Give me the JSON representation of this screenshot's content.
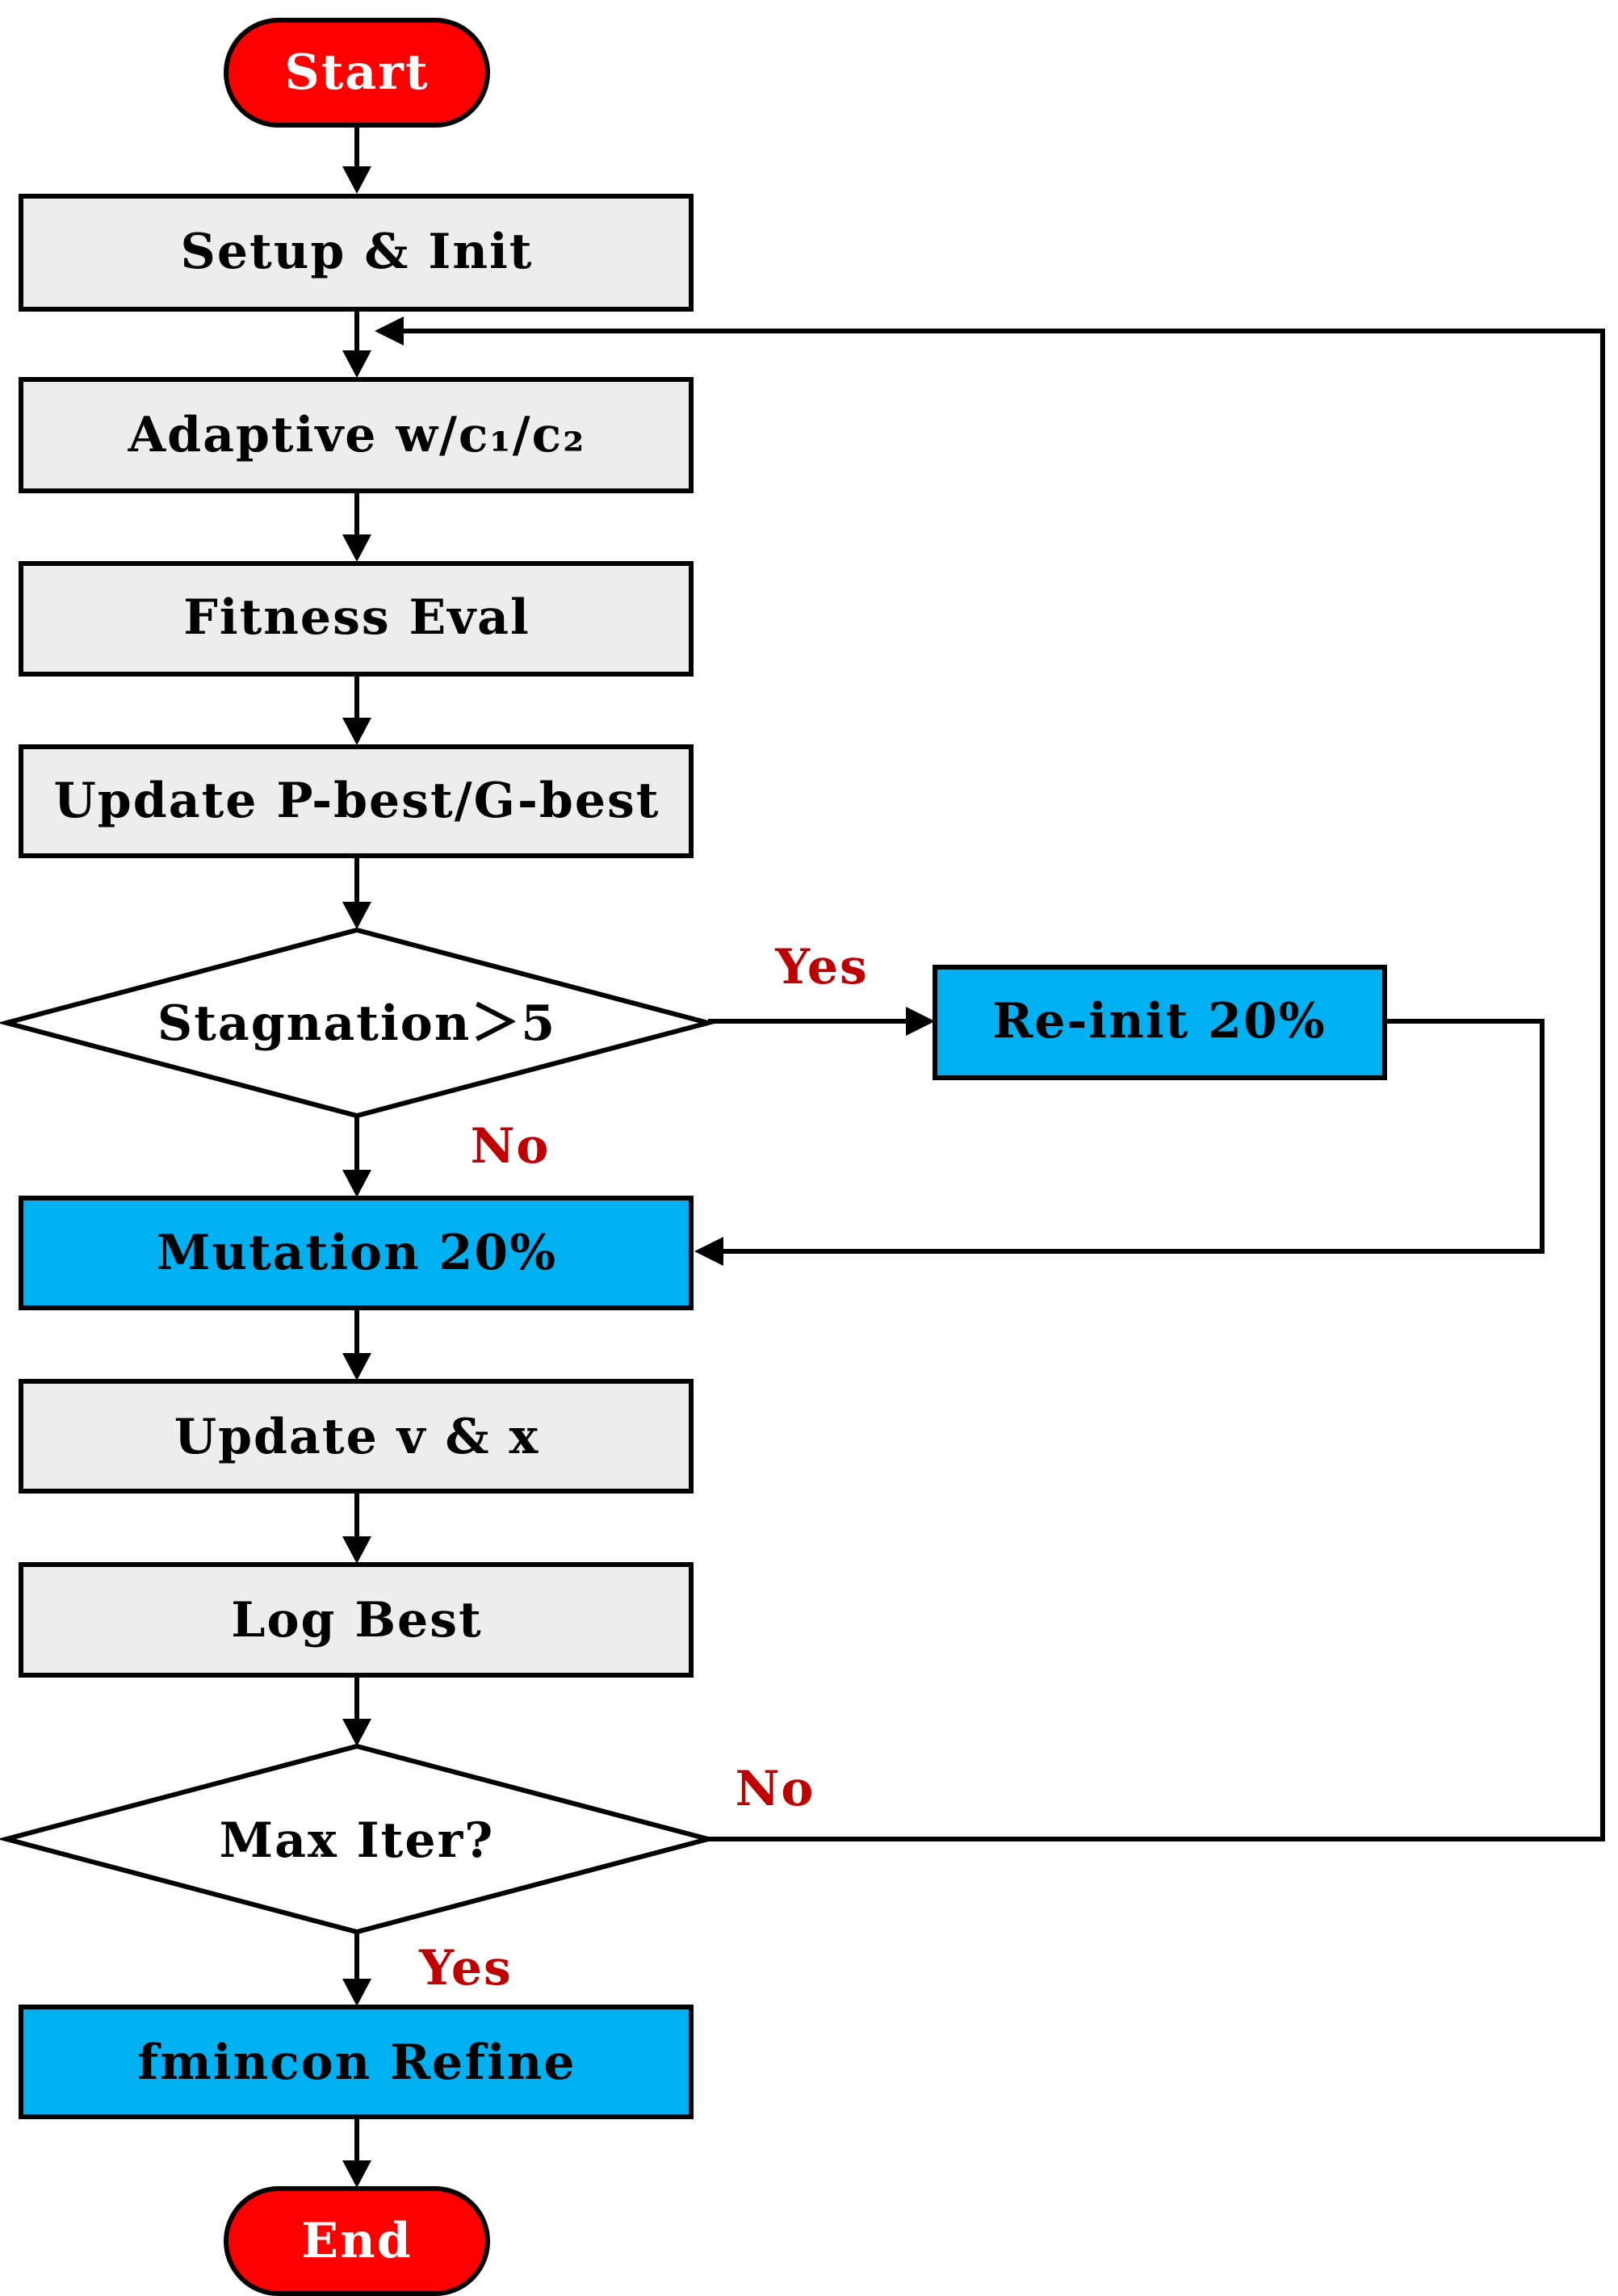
{
  "nodes": {
    "start": "Start",
    "setup": "Setup & Init",
    "adaptive": "Adaptive w/c₁/c₂",
    "fitness": "Fitness Eval",
    "update_best": "Update P-best/G-best",
    "stagnation": "Stagnation＞5",
    "reinit": "Re-init 20%",
    "mutation": "Mutation 20%",
    "update_vx": "Update v & x",
    "log_best": "Log Best",
    "max_iter": "Max Iter?",
    "fmincon": "fmincon Refine",
    "end": "End"
  },
  "branches": {
    "stagnation_yes": "Yes",
    "stagnation_no": "No",
    "max_iter_no": "No",
    "max_iter_yes": "Yes"
  },
  "colors": {
    "terminal": "#ff0000",
    "process": "#ededed",
    "highlight": "#00b0f0",
    "branch_text": "#c00000"
  }
}
